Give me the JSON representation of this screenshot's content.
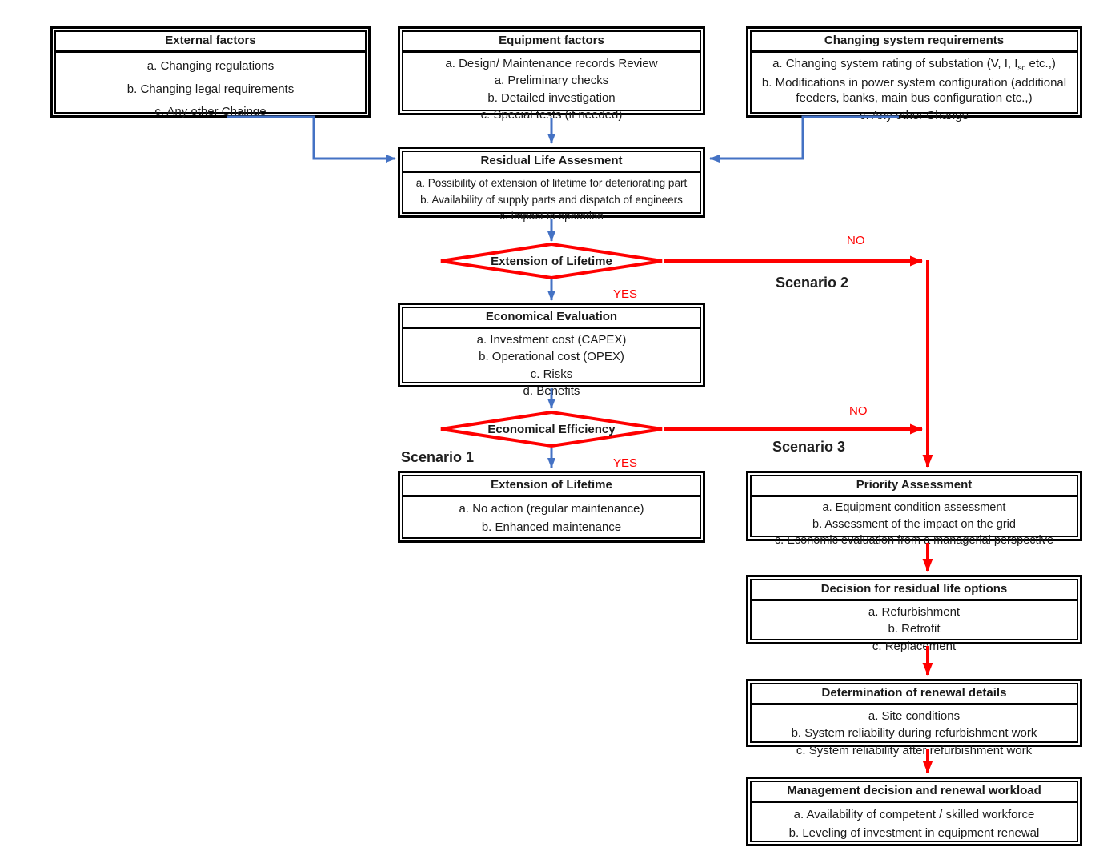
{
  "colors": {
    "arrow_blue": "#4472C4",
    "arrow_red": "#FF0000",
    "box_border": "#000000",
    "text": "#1a1a1a"
  },
  "boxes": {
    "external_factors": {
      "title": "External factors",
      "items": [
        "a. Changing regulations",
        "b. Changing legal requirements",
        "c. Any other Chainge"
      ]
    },
    "equipment_factors": {
      "title": "Equipment factors",
      "items": [
        "a. Design/ Maintenance records Review",
        "a. Preliminary checks",
        "b. Detailed investigation",
        "c. Special tests (if needed)"
      ]
    },
    "changing_system_requirements": {
      "title": "Changing system requirements",
      "items": [
        {
          "pre": "a. Changing system rating of substation (V, I, I",
          "sub": "sc",
          "post": " etc.,)"
        },
        "b. Modifications in power system configuration (additional feeders, banks, main bus configuration etc.,)",
        "c. Any other Change"
      ]
    },
    "residual_life_assessment": {
      "title": "Residual Life Assesment",
      "items": [
        "a. Possibility of extension of lifetime for deteriorating part",
        "b. Availability of supply parts and dispatch of engineers",
        "c. Impact to operation"
      ]
    },
    "economical_evaluation": {
      "title": "Economical Evaluation",
      "items": [
        "a. Investment cost (CAPEX)",
        "b. Operational cost (OPEX)",
        "c. Risks",
        "d. Benefits"
      ]
    },
    "extension_of_lifetime": {
      "title": "Extension of Lifetime",
      "items": [
        "a. No action (regular maintenance)",
        "b. Enhanced maintenance"
      ]
    },
    "priority_assessment": {
      "title": "Priority Assessment",
      "items": [
        "a. Equipment condition assessment",
        "b. Assessment of the impact on the grid",
        "c. Economic evaluation from a managerial perspective"
      ]
    },
    "decision_residual_life_options": {
      "title": "Decision for residual life options",
      "items": [
        "a. Refurbishment",
        "b. Retrofit",
        "c. Replacement"
      ]
    },
    "determination_renewal_details": {
      "title": "Determination of renewal details",
      "items": [
        "a. Site conditions",
        "b. System reliability during refurbishment work",
        "c. System reliability after refurbishment work"
      ]
    },
    "management_decision": {
      "title": "Management decision and renewal workload",
      "items": [
        "a. Availability of competent / skilled workforce",
        "b. Leveling of investment in equipment renewal"
      ]
    }
  },
  "decisions": {
    "extension_of_lifetime": {
      "label": "Extension of Lifetime"
    },
    "economical_efficiency": {
      "label": "Economical Efficiency"
    }
  },
  "labels": {
    "no_1": "NO",
    "no_2": "NO",
    "yes_1": "YES",
    "yes_2": "YES",
    "scenario_1": "Scenario 1",
    "scenario_2": "Scenario 2",
    "scenario_3": "Scenario 3"
  }
}
